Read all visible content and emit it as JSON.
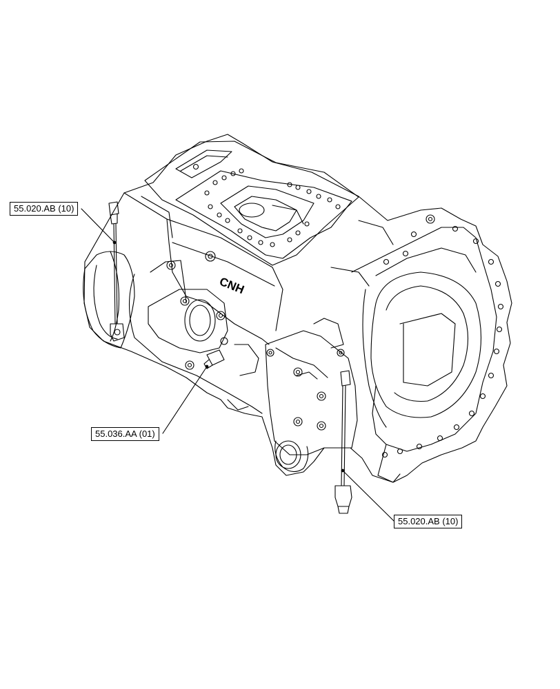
{
  "diagram": {
    "callouts": [
      {
        "label": "55.020.AB (10)"
      },
      {
        "label": "55.036.AA (01)"
      },
      {
        "label": "55.020.AB (10)"
      }
    ],
    "casting_mark": "CNH"
  }
}
